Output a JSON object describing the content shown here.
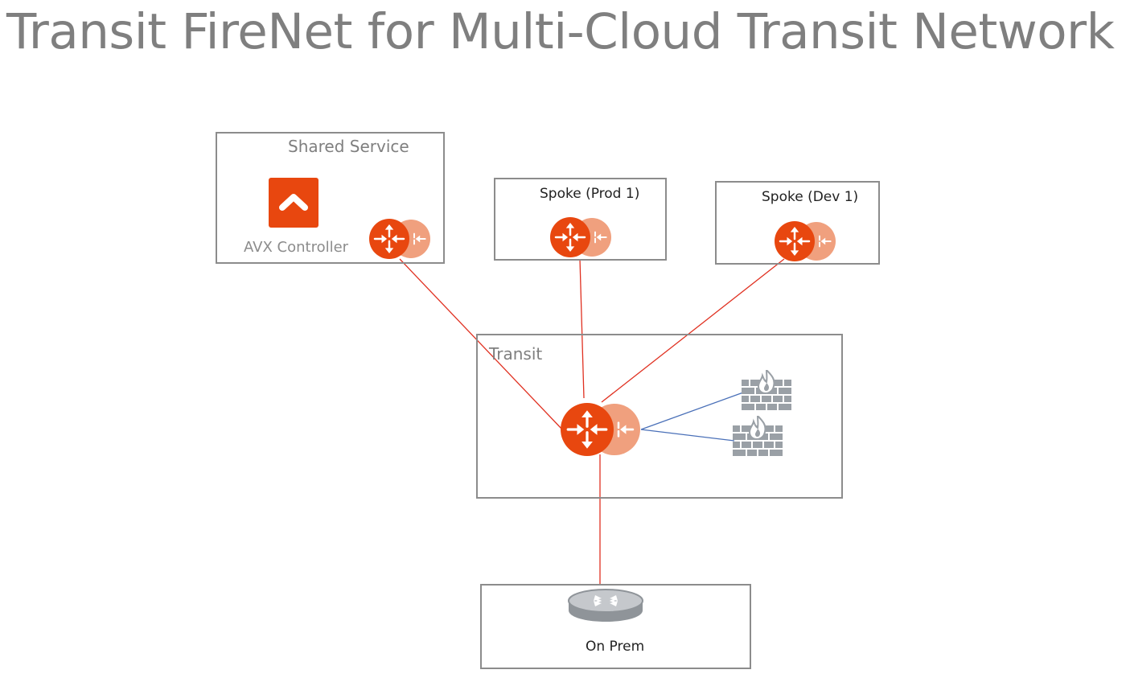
{
  "title": "Transit FireNet for Multi-Cloud Transit Network",
  "boxes": {
    "shared_service": "Shared Service",
    "avx_controller": "AVX Controller",
    "spoke_prod": "Spoke (Prod 1)",
    "spoke_dev": "Spoke (Dev 1)",
    "transit": "Transit",
    "on_prem": "On Prem"
  },
  "icons": {
    "controller": "aviatrix-controller-icon",
    "gateway": "gateway-router-icon",
    "firewall": "firewall-icon",
    "onprem_router": "onprem-router-icon"
  },
  "colors": {
    "accent_orange": "#e8470f",
    "accent_light": "#f0a07e",
    "link_red": "#e03020",
    "link_blue": "#4a70b8",
    "box_border": "#8c8c8c",
    "firewall_gray": "#9aa0a6"
  }
}
